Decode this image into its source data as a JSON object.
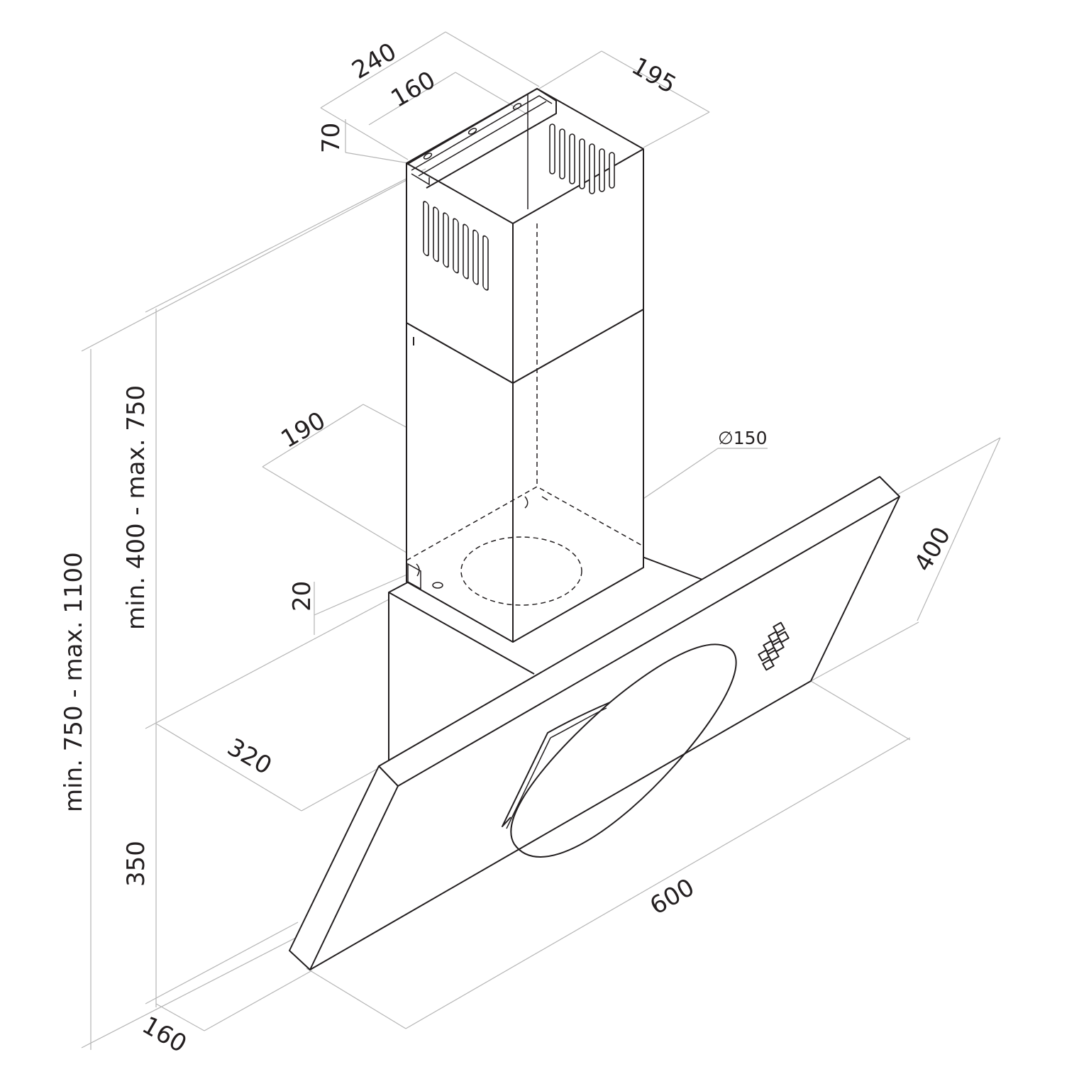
{
  "dimensions": {
    "chimney_width": "240",
    "chimney_inner_width": "160",
    "chimney_depth": "195",
    "bracket_height": "70",
    "chimney_base_depth": "190",
    "outlet_diameter": "∅150",
    "base_offset": "20",
    "chimney_height": "min. 400 - max. 750",
    "total_height": "min. 750 - max. 1100",
    "body_depth": "320",
    "body_height": "350",
    "hood_width": "600",
    "glass_depth": "400",
    "bottom_depth": "160"
  }
}
